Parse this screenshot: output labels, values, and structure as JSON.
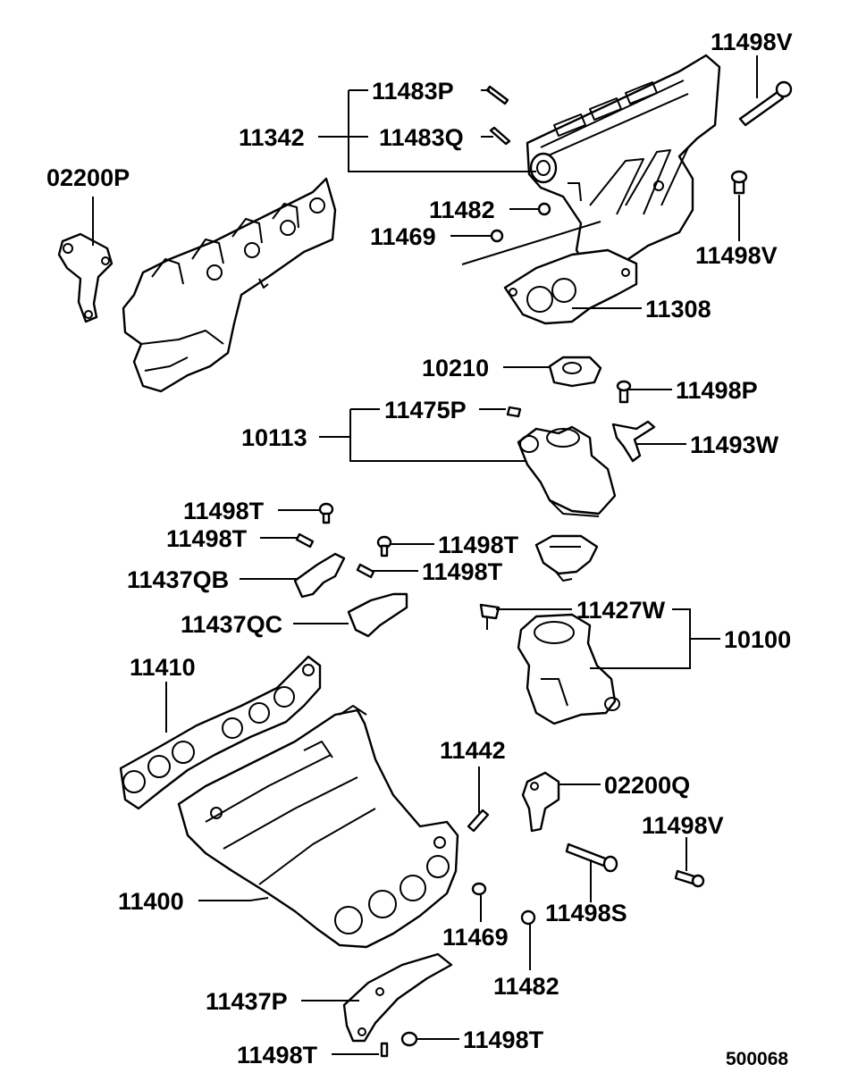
{
  "diagram": {
    "drawing_number": "500068",
    "labels": {
      "p11498V_a": "11498V",
      "p11483P": "11483P",
      "p11342": "11342",
      "p11483Q": "11483Q",
      "p02200P": "02200P",
      "p11482_a": "11482",
      "p11469_a": "11469",
      "p11498V_b": "11498V",
      "p11308": "11308",
      "p10210": "10210",
      "p11498P": "11498P",
      "p11475P": "11475P",
      "p10113": "10113",
      "p11493W": "11493W",
      "p11498T_a": "11498T",
      "p11498T_b": "11498T",
      "p11498T_c": "11498T",
      "p11437QB": "11437QB",
      "p11498T_d": "11498T",
      "p11427W": "11427W",
      "p11437QC": "11437QC",
      "p10100": "10100",
      "p11410": "11410",
      "p11442": "11442",
      "p02200Q": "02200Q",
      "p11498V_c": "11498V",
      "p11400": "11400",
      "p11498S": "11498S",
      "p11469_b": "11469",
      "p11482_b": "11482",
      "p11437P": "11437P",
      "p11498T_e": "11498T",
      "p11498T_f": "11498T"
    }
  }
}
